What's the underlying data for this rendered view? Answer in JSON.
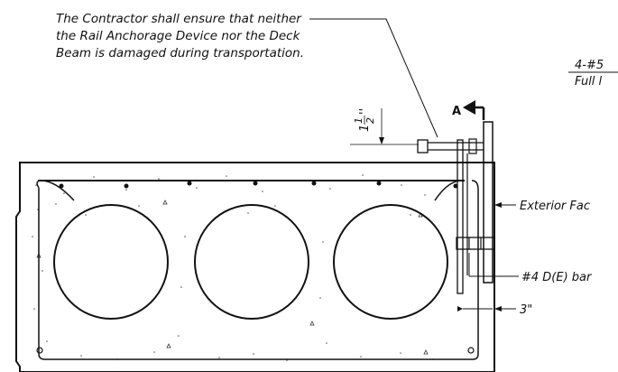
{
  "note": {
    "line1": "The Contractor shall ensure that neither",
    "line2": "the Rail Anchorage Device nor the Deck",
    "line3": "Beam is damaged during transportation."
  },
  "top_right": {
    "line1": "4-#5",
    "line2": "Full l"
  },
  "section_marker": {
    "label": "A"
  },
  "dimension_top": {
    "whole": "1",
    "numerator": "1",
    "denominator": "2",
    "unit": "''"
  },
  "labels": {
    "exterior_face": "Exterior Fac",
    "bar": "#4 D(E) bar",
    "three_inch": "3\""
  },
  "colors": {
    "ink": "#111111",
    "background": "#ffffff"
  }
}
